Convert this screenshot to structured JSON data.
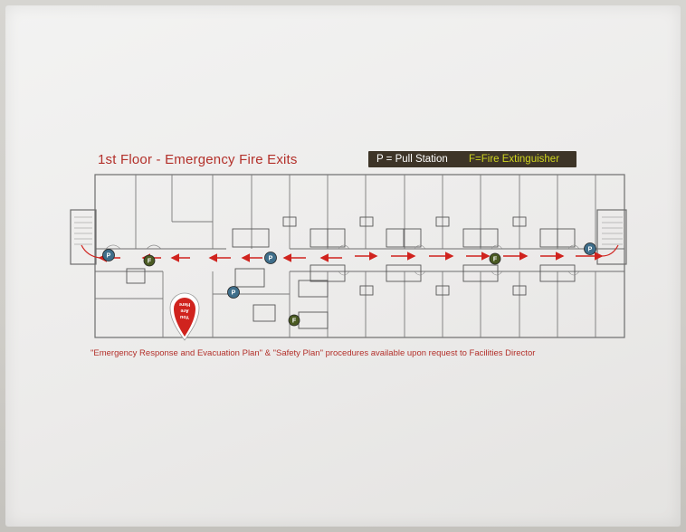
{
  "title": "1st Floor  -  Emergency Fire Exits",
  "legend": {
    "pull_station": "P = Pull Station",
    "fire_extinguisher": "F=Fire Extinguisher"
  },
  "you_are_here": {
    "line1": "You",
    "line2": "Are",
    "line3": "Here"
  },
  "markers": {
    "pull_letter": "P",
    "extinguisher_letter": "F"
  },
  "footer": "\"Emergency Response and Evacuation Plan\" & \"Safety Plan\" procedures available upon request to Facilities Director",
  "colors": {
    "title_red": "#b3302a",
    "legend_bg": "#3d3427",
    "legend_extinguisher": "#cfd51f",
    "arrow_red": "#d0231e",
    "pull_blue": "#3f6e8a",
    "extinguisher_green": "#4a5a22"
  }
}
